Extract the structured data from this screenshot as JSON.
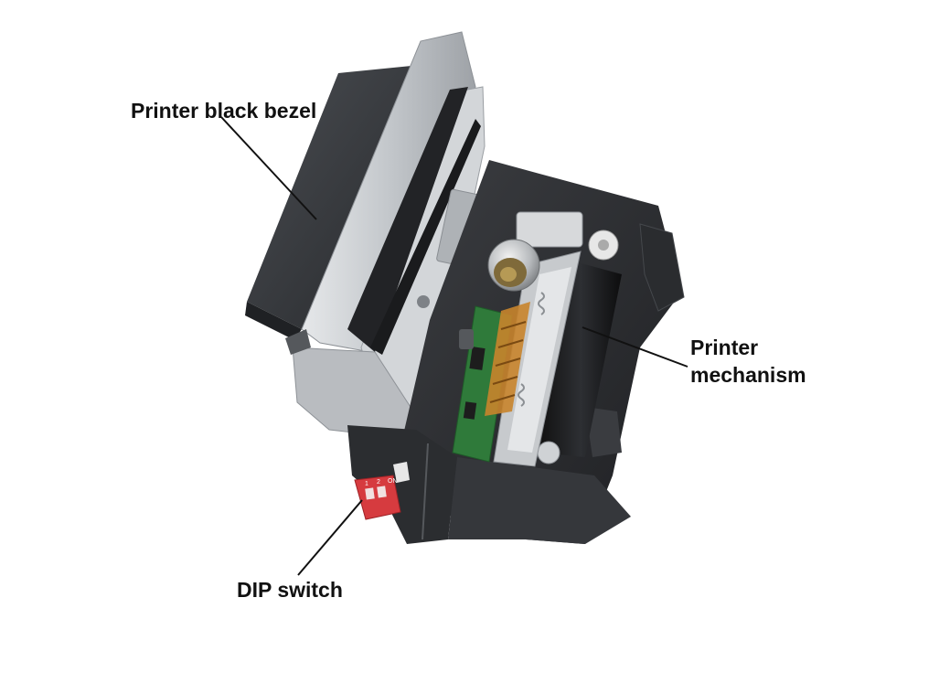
{
  "annotations": {
    "bezel": "Printer black bezel",
    "mechanism_line1": "Printer",
    "mechanism_line2": "mechanism",
    "dip": "DIP switch"
  },
  "dip_switch_markings": [
    "1",
    "2",
    "ON"
  ],
  "colors": {
    "background": "#ffffff",
    "bezel": "#3a3d42",
    "metal": "#c9ccd0",
    "housing": "#2e3034",
    "pcb": "#2f7a3a",
    "flex_cable": "#c8842c",
    "dip_switch": "#d63b3f",
    "label_text": "#111111"
  }
}
